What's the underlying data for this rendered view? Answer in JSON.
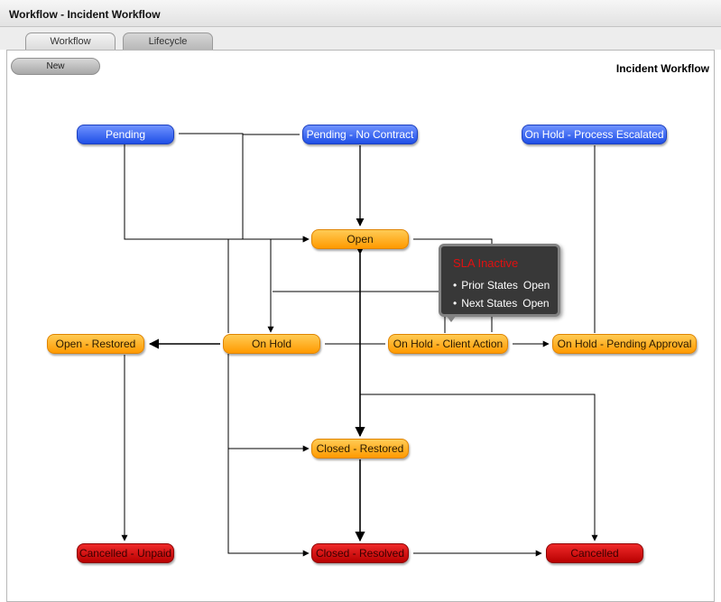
{
  "window": {
    "title": "Workflow - Incident Workflow"
  },
  "tabs": [
    {
      "label": "Workflow",
      "active": true
    },
    {
      "label": "Lifecycle",
      "active": false
    }
  ],
  "toolbar": {
    "new_label": "New"
  },
  "canvas": {
    "title": "Incident Workflow"
  },
  "colors": {
    "blue": "#2a5cf0",
    "orange": "#ffa500",
    "red": "#c80000",
    "tooltip_title": "#e01010"
  },
  "states": {
    "pending": "Pending",
    "pending_no_contract": "Pending - No Contract",
    "on_hold_process_escalated": "On Hold - Process Escalated",
    "open": "Open",
    "open_restored": "Open - Restored",
    "on_hold": "On Hold",
    "on_hold_client_action": "On Hold - Client Action",
    "on_hold_pending_approval": "On Hold - Pending Approval",
    "closed_restored": "Closed - Restored",
    "cancelled_unpaid": "Cancelled - Unpaid",
    "closed_resolved": "Closed - Resolved",
    "cancelled": "Cancelled"
  },
  "tooltip": {
    "title": "SLA Inactive",
    "rows": [
      {
        "label": "Prior States",
        "value": "Open"
      },
      {
        "label": "Next States",
        "value": "Open"
      }
    ]
  }
}
